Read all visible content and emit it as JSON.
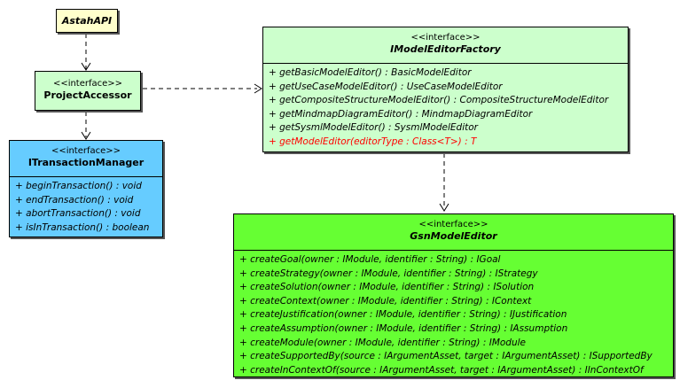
{
  "colors": {
    "astah_fill": "#ffffcc",
    "accessor_fill": "#ccffcc",
    "factory_fill": "#ccffcc",
    "transaction_fill": "#66ccff",
    "gsn_fill": "#66ff33",
    "generic_op_color": "#ff0000"
  },
  "astah_api": {
    "name": "AstahAPI"
  },
  "project_accessor": {
    "stereotype": "<<interface>>",
    "name": "ProjectAccessor"
  },
  "transaction_manager": {
    "stereotype": "<<interface>>",
    "name": "ITransactionManager",
    "operations": [
      "+ beginTransaction() : void",
      "+ endTransaction() : void",
      "+ abortTransaction() : void",
      "+ isInTransaction() : boolean"
    ]
  },
  "model_editor_factory": {
    "stereotype": "<<interface>>",
    "name": "IModelEditorFactory",
    "operations": [
      "+ getBasicModelEditor() : BasicModelEditor",
      "+ getUseCaseModelEditor() : UseCaseModelEditor",
      "+ getCompositeStructureModelEditor() : CompositeStructureModelEditor",
      "+ getMindmapDiagramEditor() : MindmapDiagramEditor",
      "+ getSysmlModelEditor() : SysmlModelEditor"
    ],
    "generic_operation": "+ getModelEditor(editorType : Class<T>) : T"
  },
  "gsn_model_editor": {
    "stereotype": "<<interface>>",
    "name": "GsnModelEditor",
    "operations": [
      "+ createGoal(owner : IModule, identifier : String) : IGoal",
      "+ createStrategy(owner : IModule, identifier : String) : IStrategy",
      "+ createSolution(owner : IModule, identifier : String) : ISolution",
      "+ createContext(owner : IModule, identifier : String) : IContext",
      "+ createJustification(owner : IModule, identifier : String) : IJustification",
      "+ createAssumption(owner : IModule, identifier : String) : IAssumption",
      "+ createModule(owner : IModule, identifier : String) : IModule",
      "+ createSupportedBy(source : IArgumentAsset, target : IArgumentAsset) : ISupportedBy",
      "+ createInContextOf(source : IArgumentAsset, target : IArgumentAsset) : IInContextOf"
    ]
  }
}
